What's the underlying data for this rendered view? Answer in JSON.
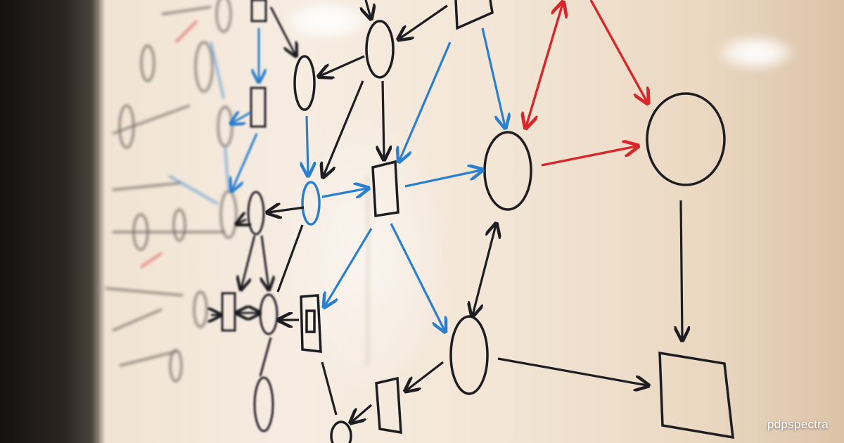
{
  "watermark": "pdpspectra",
  "colors": {
    "marker_black": "#1e1e22",
    "marker_blue": "#2b7fd0",
    "marker_red": "#d8262b",
    "board": "#f3e7d8"
  },
  "scene": {
    "subject": "whiteboard-flowchart",
    "shapes": [
      "circle",
      "square"
    ]
  }
}
